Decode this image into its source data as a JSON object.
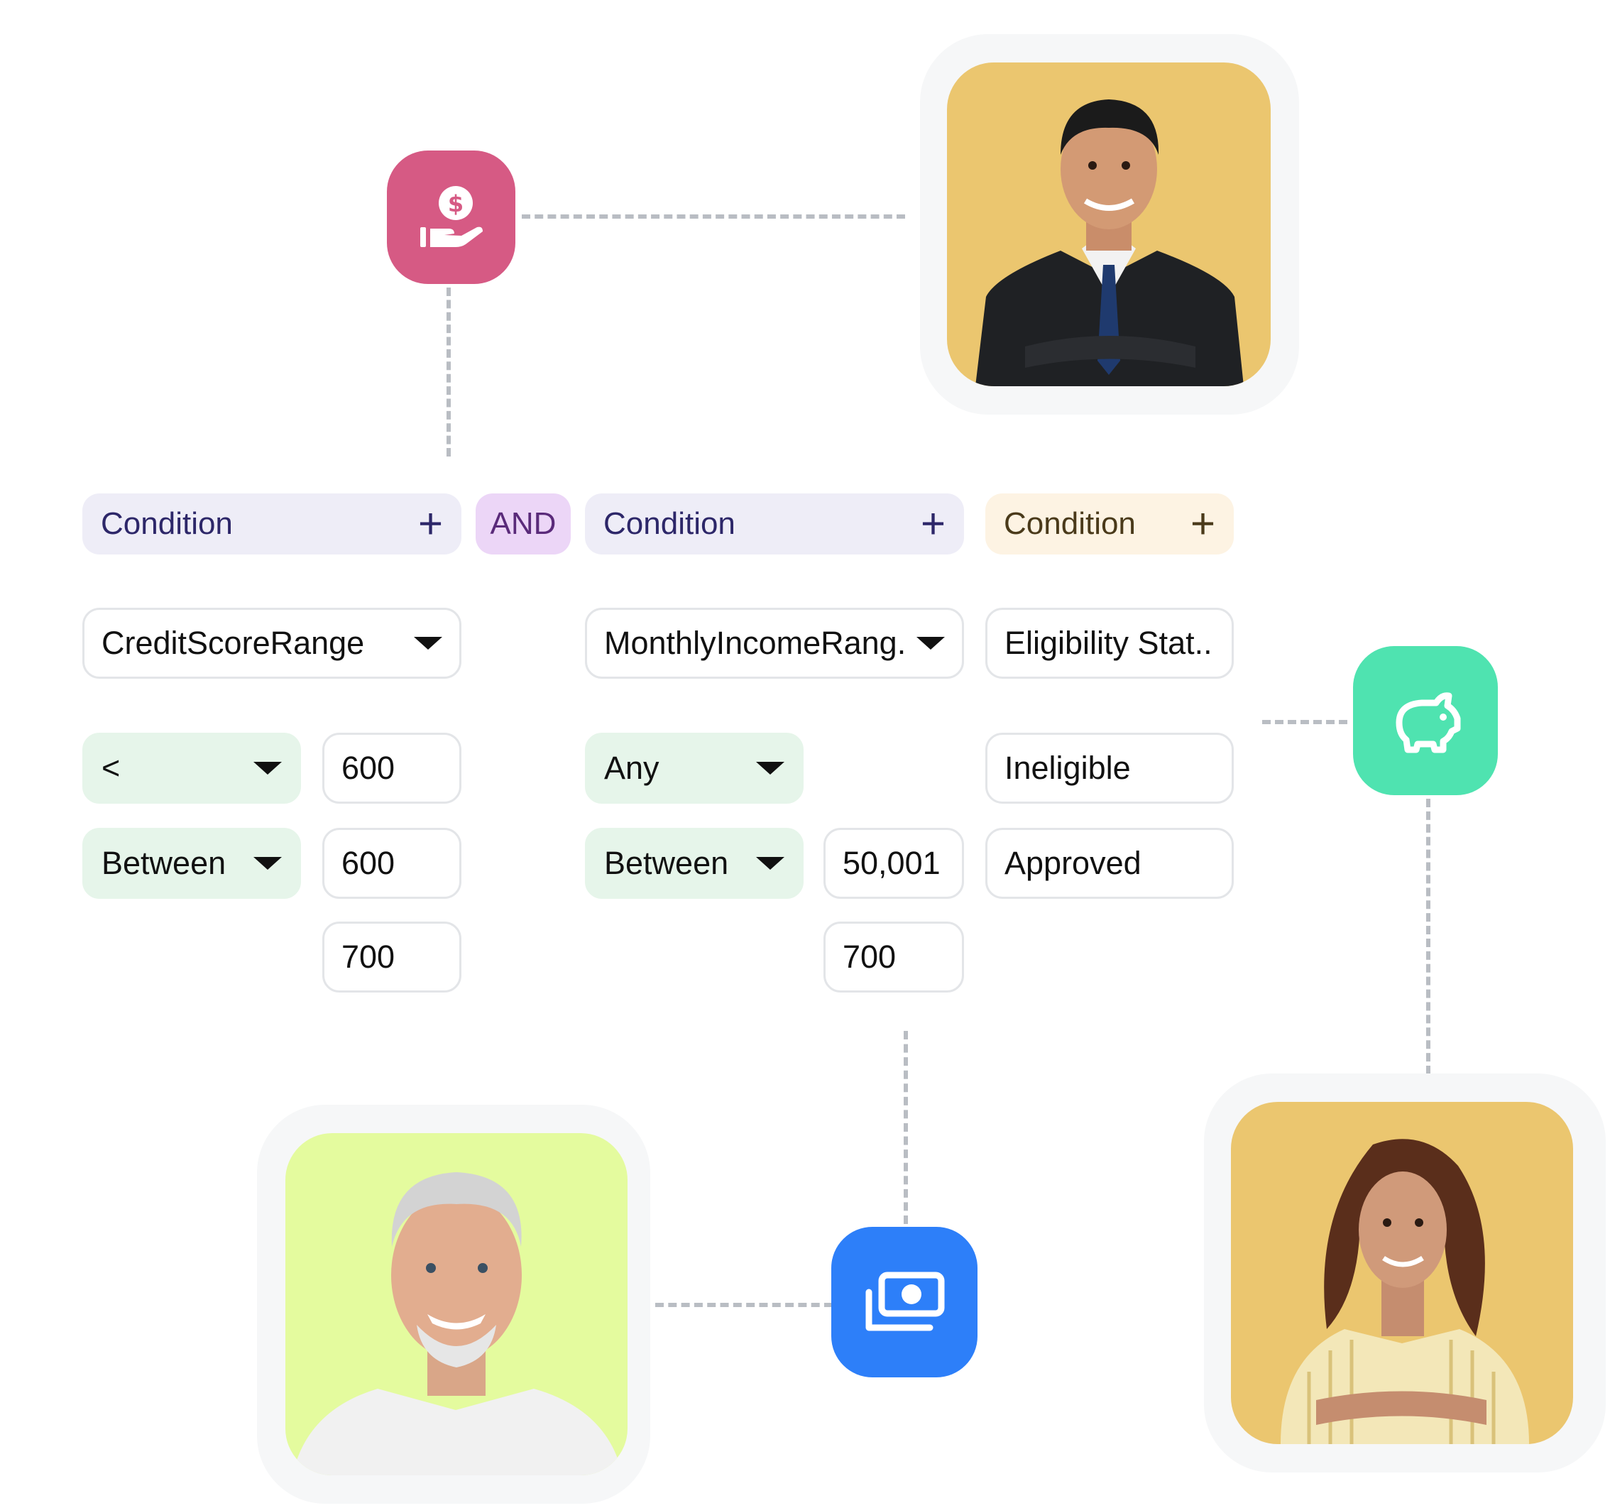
{
  "conditions": {
    "group1": {
      "header_label": "Condition",
      "field": "CreditScoreRange",
      "rows": [
        {
          "operator": "<",
          "values": [
            "600"
          ]
        },
        {
          "operator": "Between",
          "values": [
            "600",
            "700"
          ]
        }
      ]
    },
    "join_label": "AND",
    "group2": {
      "header_label": "Condition",
      "field": "MonthlyIncomeRang.",
      "rows": [
        {
          "operator": "Any",
          "values": []
        },
        {
          "operator": "Between",
          "values": [
            "50,001",
            "700"
          ]
        }
      ]
    },
    "output": {
      "header_label": "Condition",
      "field": "Eligibility Stat..",
      "values": [
        "Ineligible",
        "Approved"
      ]
    }
  },
  "icons": {
    "loan": {
      "name": "hand-dollar-icon",
      "color": "#d65a84"
    },
    "savings": {
      "name": "piggy-bank-icon",
      "color": "#4fe3b0"
    },
    "cash": {
      "name": "money-stack-icon",
      "color": "#2d7ff9"
    }
  },
  "photos": {
    "man_suit": {
      "background": "#ebc66f"
    },
    "older_man": {
      "background": "#e4fb9e"
    },
    "woman": {
      "background": "#ebc66f"
    }
  },
  "colors": {
    "connector": "#b9bdc3",
    "condition_chip": "#eeedf7",
    "and_chip": "#ecd6f7",
    "output_chip": "#fdf3e3",
    "operator_chip": "#e6f5ea"
  }
}
